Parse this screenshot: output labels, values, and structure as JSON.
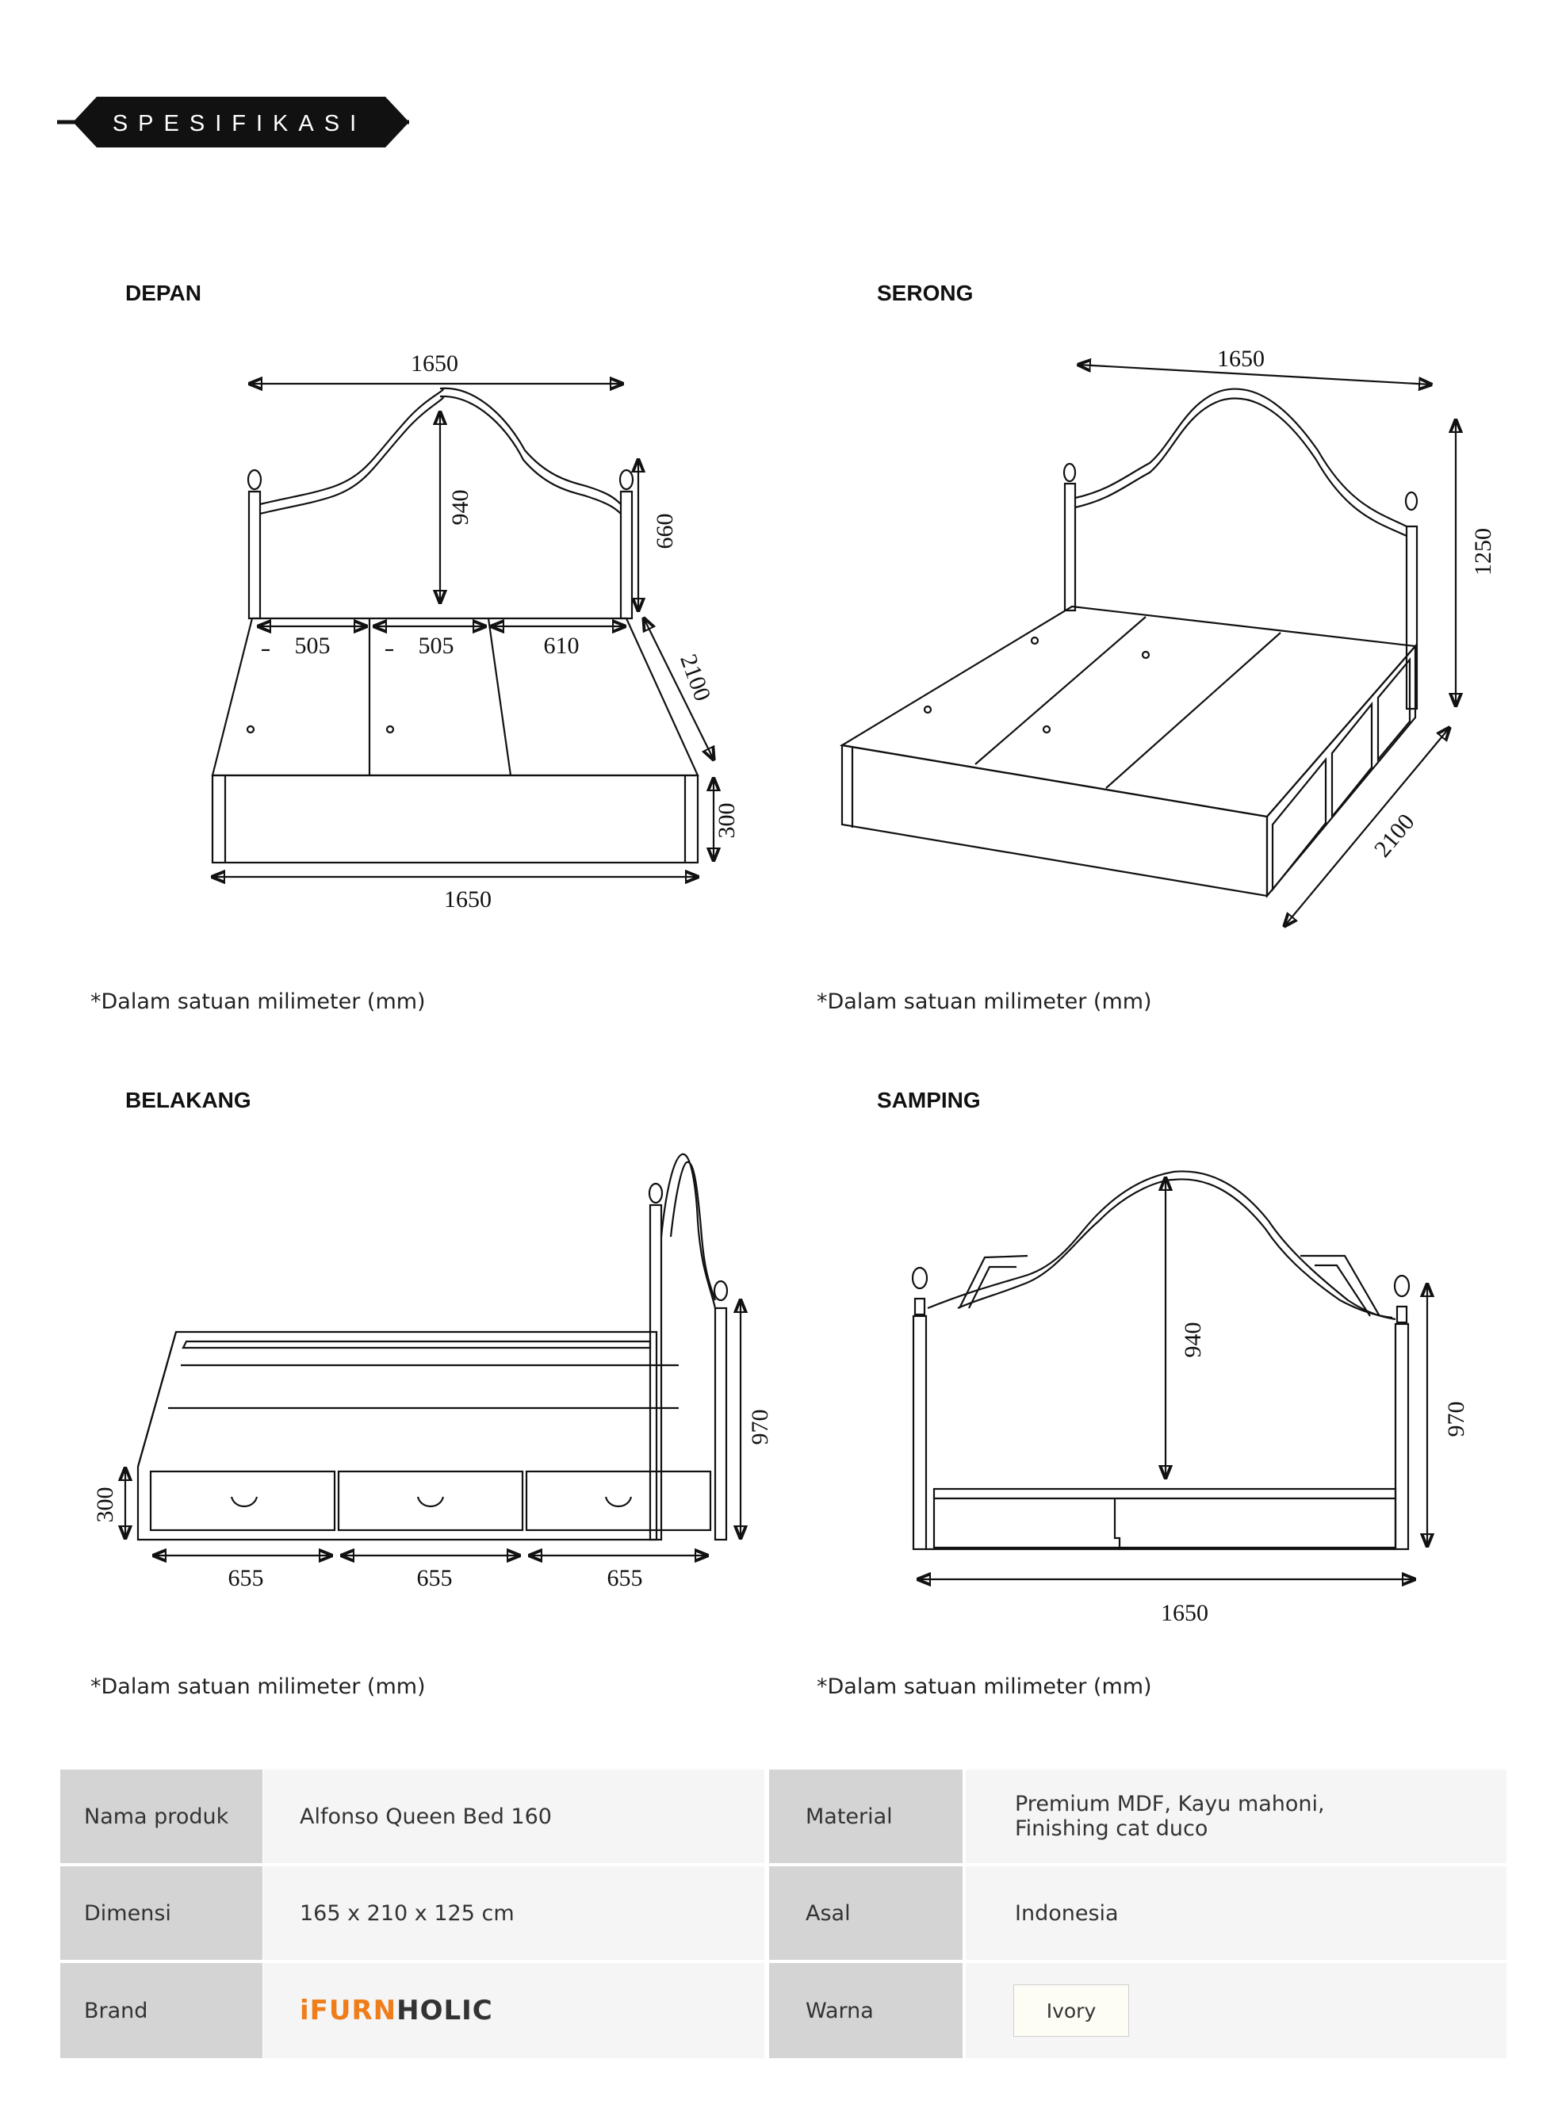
{
  "header": {
    "section_title": "SPESIFIKASI"
  },
  "views": {
    "front": {
      "title": "DEPAN",
      "note": "*Dalam satuan milimeter (mm)",
      "dims": {
        "top_width": "1650",
        "headboard_height": "940",
        "post_height": "660",
        "depth": "2100",
        "base_height": "300",
        "bottom_width": "1650",
        "panel_1": "505",
        "panel_2": "505",
        "panel_3": "610"
      }
    },
    "angled": {
      "title": "SERONG",
      "note": "*Dalam satuan milimeter (mm)",
      "dims": {
        "width": "1650",
        "height": "1250",
        "length": "2100"
      }
    },
    "back": {
      "title": "BELAKANG",
      "note": "*Dalam satuan milimeter (mm)",
      "dims": {
        "height": "970",
        "base_height": "300",
        "drawer_1": "655",
        "drawer_2": "655",
        "drawer_3": "655"
      }
    },
    "side": {
      "title": "SAMPING",
      "note": "*Dalam satuan milimeter (mm)",
      "dims": {
        "headboard_height": "940",
        "height": "970",
        "width": "1650"
      }
    }
  },
  "specs": {
    "rows": [
      {
        "label": "Nama produk",
        "value": "Alfonso Queen Bed 160",
        "label2": "Material",
        "value2_line1": "Premium MDF, Kayu mahoni,",
        "value2_line2": "Finishing cat duco"
      },
      {
        "label": "Dimensi",
        "value": "165 x 210 x 125 cm",
        "label2": "Asal",
        "value2": "Indonesia"
      },
      {
        "label": "Brand",
        "brand_prefix": "iFURN",
        "brand_suffix": "HOLIC",
        "label2": "Warna",
        "color_name": "Ivory"
      }
    ],
    "colors": {
      "label_bg": "#d4d4d4",
      "value_bg": "#f5f5f5",
      "brand_orange": "#ef7d1a",
      "brand_dark": "#333333"
    }
  }
}
